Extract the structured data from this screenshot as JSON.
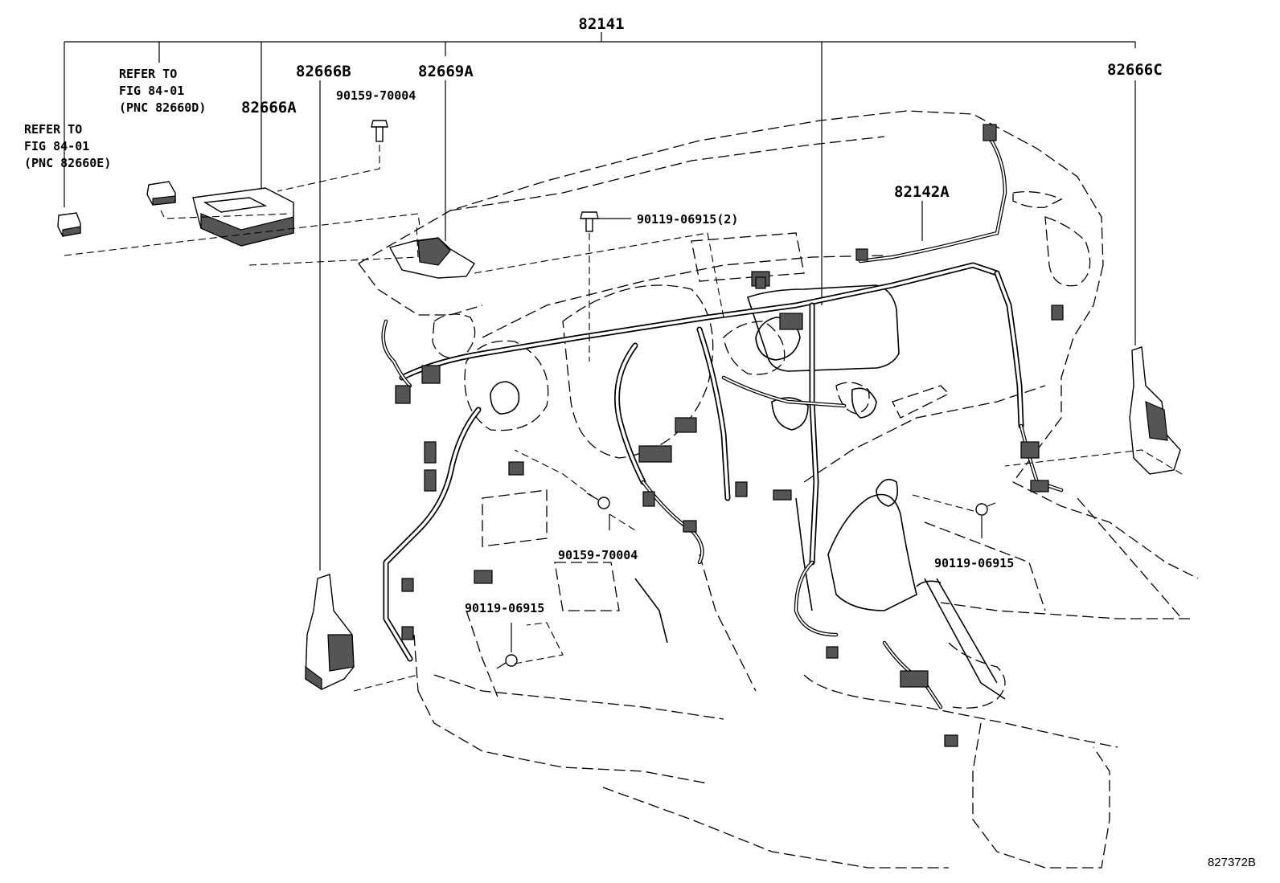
{
  "labels": {
    "main_harness": "82141",
    "relay_block_a": "82666A",
    "relay_block_b": "82666B",
    "bracket_a": "82669A",
    "relay_block_c": "82666C",
    "sub_harness": "82142A",
    "bolt_top": "90159-70004",
    "bolt_dash": "90119-06915(2)",
    "bolt_lower_center": "90159-70004",
    "bolt_lower_left": "90119-06915",
    "bolt_right": "90119-06915",
    "figure_number": "827372B"
  },
  "refer_d": {
    "line1": "REFER TO",
    "line2": "FIG 84-01",
    "line3": "(PNC 82660D)"
  },
  "refer_e": {
    "line1": "REFER TO",
    "line2": "FIG 84-01",
    "line3": "(PNC 82660E)"
  }
}
